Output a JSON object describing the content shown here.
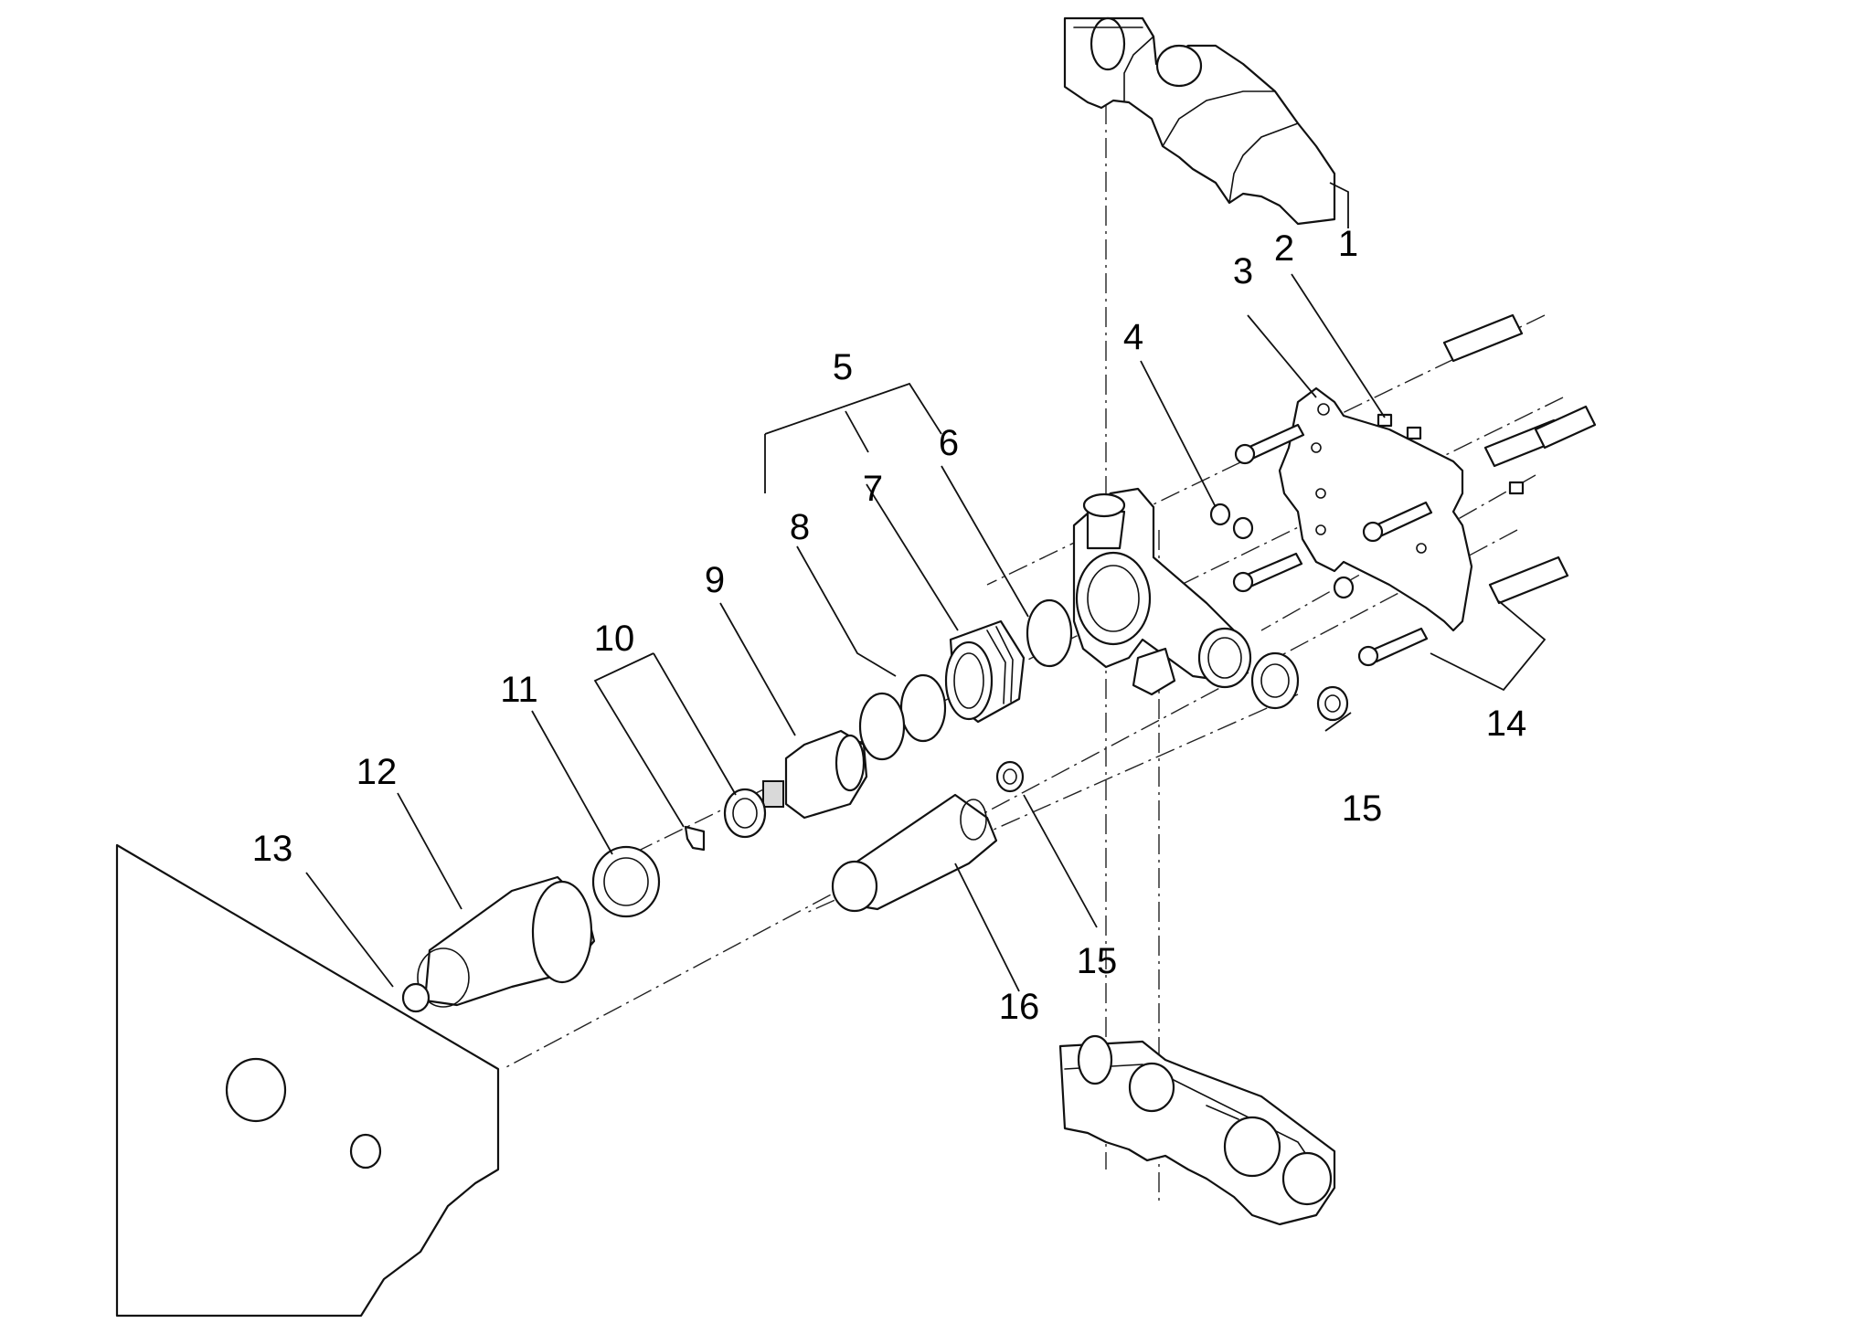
{
  "callouts": {
    "c1": "1",
    "c2": "2",
    "c3": "3",
    "c4": "4",
    "c5": "5",
    "c6": "6",
    "c7": "7",
    "c8": "8",
    "c9": "9",
    "c10": "10",
    "c11": "11",
    "c12": "12",
    "c13": "13",
    "c14": "14",
    "c15a": "15",
    "c15b": "15",
    "c16": "16"
  },
  "colors": {
    "line": "#111111",
    "background": "#ffffff",
    "shade": "#d9d9d9"
  }
}
